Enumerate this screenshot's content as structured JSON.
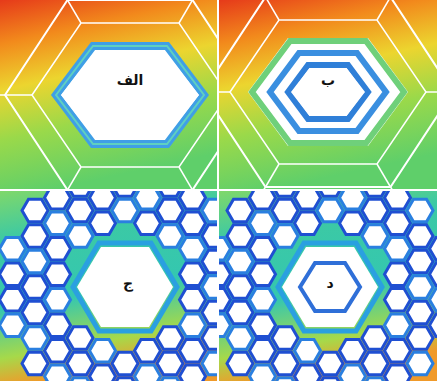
{
  "diagram": {
    "labels": [
      "الف",
      "ب",
      "ج",
      "د"
    ]
  }
}
